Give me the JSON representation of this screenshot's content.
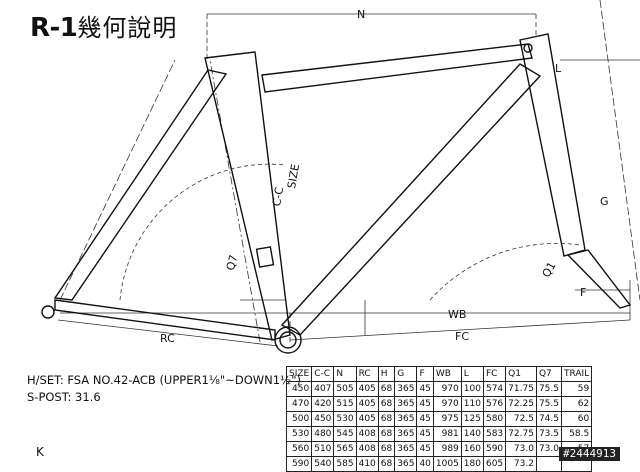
{
  "title": {
    "model": "R-1",
    "subtitle": "幾何說明"
  },
  "labels": {
    "n": "N",
    "cc": "C-C",
    "size": "SIZE",
    "q7": "Q7",
    "q1": "Q1",
    "wb": "WB",
    "fc": "FC",
    "rc": "RC",
    "l": "L",
    "g": "G",
    "f": "F"
  },
  "specs": {
    "headset": "H/SET:  FSA NO.42-ACB (UPPER1⅛\"~DOWN1½\")",
    "seatpost": "S-POST:  31.6"
  },
  "table": {
    "headers": [
      "SIZE",
      "C-C",
      "N",
      "RC",
      "H",
      "G",
      "F",
      "WB",
      "L",
      "FC",
      "Q1",
      "Q7",
      "TRAIL"
    ],
    "rows": [
      [
        "450",
        "407",
        "505",
        "405",
        "68",
        "365",
        "45",
        "970",
        "100",
        "574",
        "71.75",
        "75.5",
        "59"
      ],
      [
        "470",
        "420",
        "515",
        "405",
        "68",
        "365",
        "45",
        "970",
        "110",
        "576",
        "72.25",
        "75.5",
        "62"
      ],
      [
        "500",
        "450",
        "530",
        "405",
        "68",
        "365",
        "45",
        "975",
        "125",
        "580",
        "72.5",
        "74.5",
        "60"
      ],
      [
        "530",
        "480",
        "545",
        "408",
        "68",
        "365",
        "45",
        "981",
        "140",
        "583",
        "72.75",
        "73.5",
        "58.5"
      ],
      [
        "560",
        "510",
        "565",
        "408",
        "68",
        "365",
        "45",
        "989",
        "160",
        "590",
        "73.0",
        "73.0",
        "57"
      ],
      [
        "590",
        "540",
        "585",
        "410",
        "68",
        "365",
        "40",
        "1005",
        "180",
        "605",
        "73.2",
        "",
        ""
      ]
    ]
  },
  "watermark": "#2444913",
  "corner_mark": "K"
}
